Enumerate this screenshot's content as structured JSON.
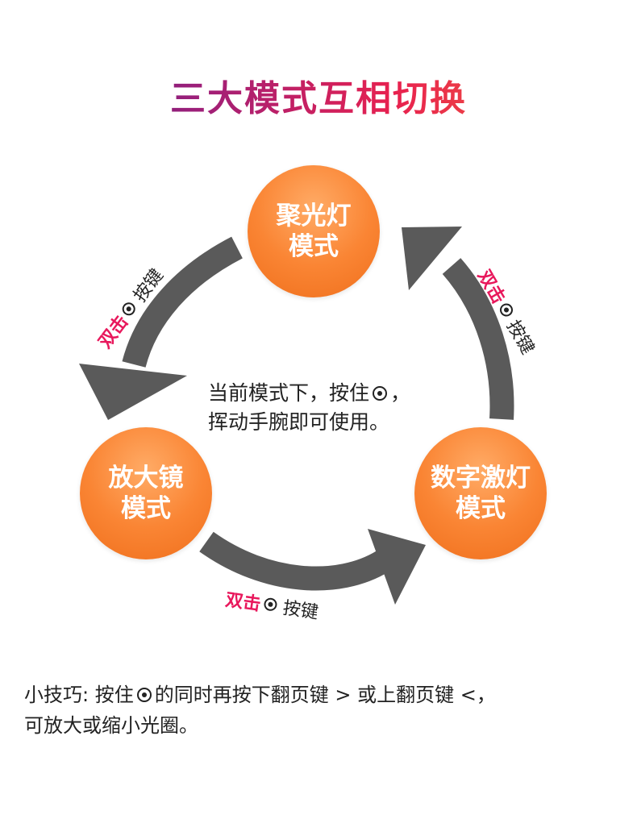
{
  "title": "三大模式互相切换",
  "modes": {
    "spotlight": {
      "line1": "聚光灯",
      "line2": "模式"
    },
    "magnifier": {
      "line1": "放大镜",
      "line2": "模式"
    },
    "laser": {
      "line1": "数字激灯",
      "line2": "模式"
    }
  },
  "arrow_labels": {
    "left": {
      "hit": "双击",
      "key": "按键",
      "key_icon": "target-icon"
    },
    "right": {
      "hit": "双击",
      "key": "按键",
      "key_icon": "target-icon"
    },
    "bottom": {
      "hit": "双击",
      "key": "按键",
      "key_icon": "target-icon"
    }
  },
  "center_note": {
    "line1_before": "当前模式下，按住",
    "line1_after": "，",
    "line2": "挥动手腕即可使用。"
  },
  "tip": {
    "line1_before": "小技巧: 按住",
    "line1_after": "的同时再按下翻页键 > 或上翻页键 <，",
    "line2": "可放大或缩小光圈。"
  },
  "colors": {
    "mode_circle": "#fa8534",
    "arrow": "#5a5a5a",
    "hit_text": "#e8185c",
    "title_gradient": [
      "#3a1b7a",
      "#9b1f7a",
      "#e8214f",
      "#f47b34"
    ]
  }
}
